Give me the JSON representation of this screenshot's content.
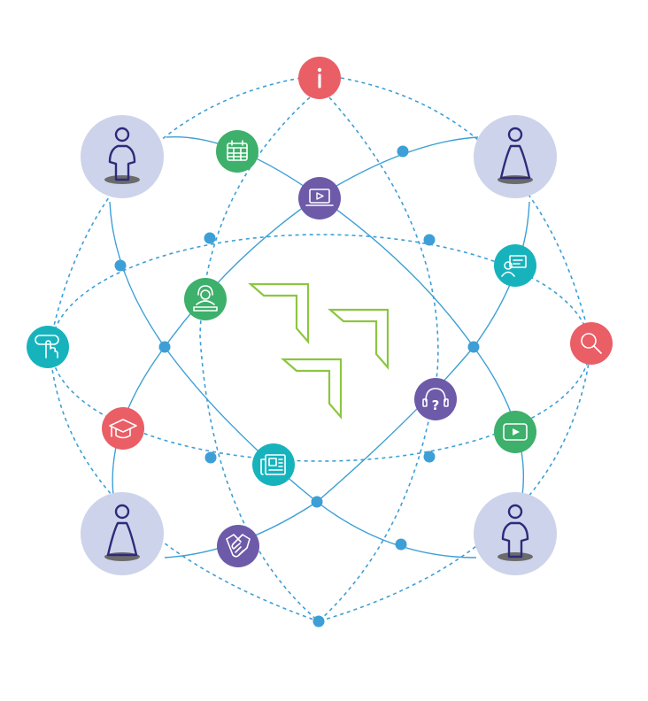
{
  "colors": {
    "link_blue": "#3d9fd6",
    "node_dot": "#3d9fd6",
    "avatar_bg": "#cdd3ea",
    "person_stroke": "#2f2a7a",
    "shadow": "#6b6b6b",
    "logo_green": "#8cc63f",
    "red": "#ea5e66",
    "green": "#3db06b",
    "purple": "#6d5aa8",
    "teal": "#17b3bd"
  },
  "avatars": [
    {
      "name": "avatar-top-left",
      "figure": "male"
    },
    {
      "name": "avatar-top-right",
      "figure": "female"
    },
    {
      "name": "avatar-bottom-left",
      "figure": "female"
    },
    {
      "name": "avatar-bottom-right",
      "figure": "male"
    }
  ],
  "icons": [
    {
      "name": "info-icon",
      "color": "red"
    },
    {
      "name": "calendar-icon",
      "color": "green"
    },
    {
      "name": "laptop-video-icon",
      "color": "purple"
    },
    {
      "name": "presenter-board-icon",
      "color": "teal"
    },
    {
      "name": "search-icon",
      "color": "red"
    },
    {
      "name": "video-play-icon",
      "color": "green"
    },
    {
      "name": "headset-question-icon",
      "color": "purple"
    },
    {
      "name": "newspaper-icon",
      "color": "teal"
    },
    {
      "name": "handshake-icon",
      "color": "purple"
    },
    {
      "name": "graduation-cap-icon",
      "color": "red"
    },
    {
      "name": "touch-click-icon",
      "color": "teal"
    },
    {
      "name": "support-agent-icon",
      "color": "green"
    }
  ],
  "logo": {
    "name": "center-logo",
    "shape": "three-chevrons"
  }
}
